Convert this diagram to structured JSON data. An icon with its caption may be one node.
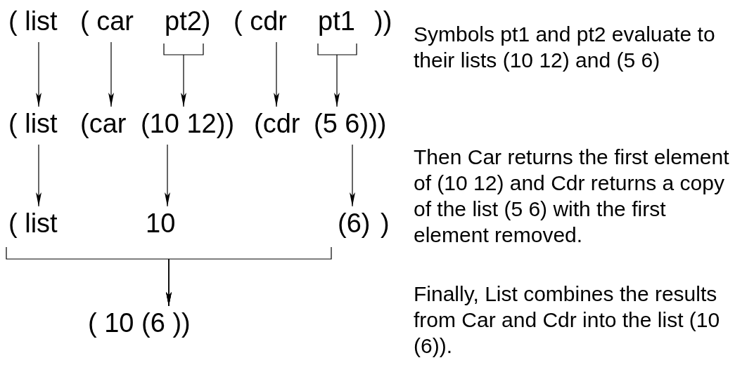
{
  "diagram": {
    "nodes": [
      {
        "text": [
          "( list"
        ]
      },
      {
        "text": [
          "( car"
        ]
      },
      {
        "text": [
          "pt2)"
        ]
      },
      {
        "text": [
          "( cdr"
        ]
      },
      {
        "text": [
          "pt1"
        ]
      },
      {
        "text": [
          "( list"
        ]
      },
      {
        "text": [
          "(car"
        ]
      },
      {
        "text": [
          "(10 12))"
        ]
      },
      {
        "text": [
          "(cdr"
        ]
      },
      {
        "text": [
          "(5 6)))"
        ]
      },
      {
        "text": [
          "( list"
        ]
      },
      {
        "text": [
          "10"
        ]
      },
      {
        "text": [
          "(6)"
        ]
      },
      {
        "text": [
          "( 10 (6 ))"
        ]
      }
    ],
    "edges": [
      {
        "from": 0,
        "to": 5,
        "arrow": "to"
      },
      {
        "from": 1,
        "to": 6,
        "arrow": "to"
      },
      {
        "from": 2,
        "to": 7,
        "arrow": "to"
      },
      {
        "from": 3,
        "to": 8,
        "arrow": "to"
      },
      {
        "from": 4,
        "to": 9,
        "arrow": "to"
      },
      {
        "from": 5,
        "to": 10,
        "arrow": "to"
      },
      {
        "from": 7,
        "to": 11,
        "arrow": "to"
      },
      {
        "from": 9,
        "to": 12,
        "arrow": "to"
      },
      {
        "from": 10,
        "to": 13,
        "arrow": "to"
      },
      {
        "from": 11,
        "to": 13,
        "arrow": "to"
      },
      {
        "from": 12,
        "to": 13,
        "arrow": "to"
      }
    ],
    "labels": [
      "))",
      "Symbols pt1 and pt2 evaluate to their lists (10 12) and (5 6)",
      "Then Car returns the first element of (10 12) and Cdr returns a copy of the list (5 6) with the first element removed.",
      ")",
      "Finally, List combines the results from Car and Cdr into the list (10 (6))."
    ]
  }
}
